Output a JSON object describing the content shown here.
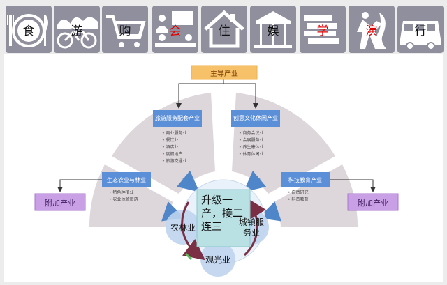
{
  "top_icons": [
    {
      "label": "食",
      "icon": "plate-fork-knife-icon",
      "red": false
    },
    {
      "label": "游",
      "icon": "bicycle-icon",
      "red": false
    },
    {
      "label": "购",
      "icon": "shopping-cart-icon",
      "red": false
    },
    {
      "label": "会",
      "icon": "meeting-icon",
      "red": true
    },
    {
      "label": "住",
      "icon": "house-icon",
      "red": false
    },
    {
      "label": "娱",
      "icon": "carousel-icon",
      "red": false
    },
    {
      "label": "学",
      "icon": "books-icon",
      "red": true
    },
    {
      "label": "演",
      "icon": "performer-icon",
      "red": true
    },
    {
      "label": "行",
      "icon": "bus-icon",
      "red": false
    }
  ],
  "diagram": {
    "leading_industry": "主导产业",
    "additional_left": "附加产业",
    "additional_right": "附加产业",
    "upgrade_text": "升级一产，接二连三",
    "sectors": {
      "eco_agri": {
        "title": "生态农业与林业",
        "items": [
          "特色种植业",
          "农业体验旅游"
        ]
      },
      "tourism": {
        "title": "旅游服务配套产业",
        "items": [
          "商业服务业",
          "餐饮业",
          "酒店业",
          "度假地产",
          "旅游交通业"
        ]
      },
      "culture": {
        "title": "创意文化休闲产业",
        "items": [
          "商务会议业",
          "会展服务业",
          "养生康体业",
          "体育休闲业"
        ]
      },
      "tech_edu": {
        "title": "科技教育产业",
        "items": [
          "自然研究",
          "科普教育"
        ]
      }
    },
    "circles": {
      "agri_forest": "农林业",
      "urban_service": "城镇服务业",
      "sightseeing": "观光业"
    },
    "colors": {
      "fan": "#ddd6da",
      "box_blue": "#5b8fd8",
      "box_orange": "#f6c169",
      "box_purple": "#c9a0e6",
      "center": "#b9e0e3",
      "circle": "#bfd4ee"
    }
  }
}
